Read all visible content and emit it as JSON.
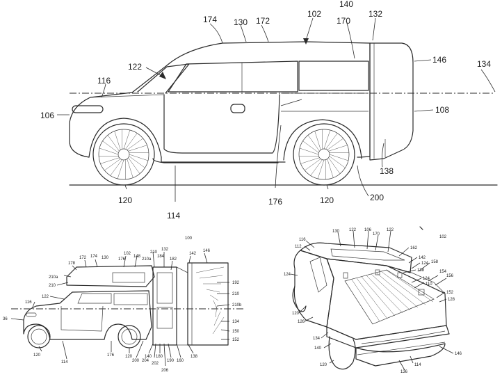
{
  "figure_top": {
    "labels": {
      "r102": "102",
      "r106": "106",
      "r108": "108",
      "r114": "114",
      "r116": "116",
      "r120a": "120",
      "r120b": "120",
      "r122": "122",
      "r130": "130",
      "r132": "132",
      "r134": "134",
      "r138": "138",
      "r140": "140",
      "r146": "146",
      "r170": "170",
      "r172": "172",
      "r174": "174",
      "r176": "176",
      "r200": "200"
    }
  },
  "figure_bottom_left": {
    "labels": {
      "r100": "100",
      "r102": "102",
      "r148": "148",
      "r210": "210",
      "r132": "132",
      "r142": "142",
      "r146": "146",
      "r178": "178",
      "r172": "172",
      "r174": "174",
      "r130": "130",
      "r176a": "176",
      "r210a1": "210a",
      "r184": "184",
      "r182": "182",
      "r210a2": "210a",
      "r210b": "210",
      "r192": "192",
      "r116": "116",
      "r122": "122",
      "r210c": "210",
      "r210b2": "210b",
      "r134": "134",
      "r36": "36",
      "r150": "150",
      "r152": "152",
      "r120a": "120",
      "r114": "114",
      "r176b": "176",
      "r120b": "120",
      "r140": "140",
      "r180": "180",
      "r138": "138",
      "r200": "200",
      "r204": "204",
      "r202": "202",
      "r190": "190",
      "r160": "160",
      "r206": "206"
    }
  },
  "figure_bottom_right": {
    "labels": {
      "r116": "116",
      "r112": "112",
      "r130": "130",
      "r122a": "122",
      "r106": "106",
      "r170": "170",
      "r122b": "122",
      "r102": "102",
      "r162": "162",
      "r142": "142",
      "r124a": "124",
      "r158": "158",
      "r138": "138",
      "r154": "154",
      "r124b": "124",
      "r156": "156",
      "r110": "110",
      "r152": "152",
      "r128": "128",
      "r120a": "120",
      "r126": "126",
      "r134": "134",
      "r140": "140",
      "r146": "146",
      "r120b": "120",
      "r114": "114",
      "r136": "136"
    }
  }
}
